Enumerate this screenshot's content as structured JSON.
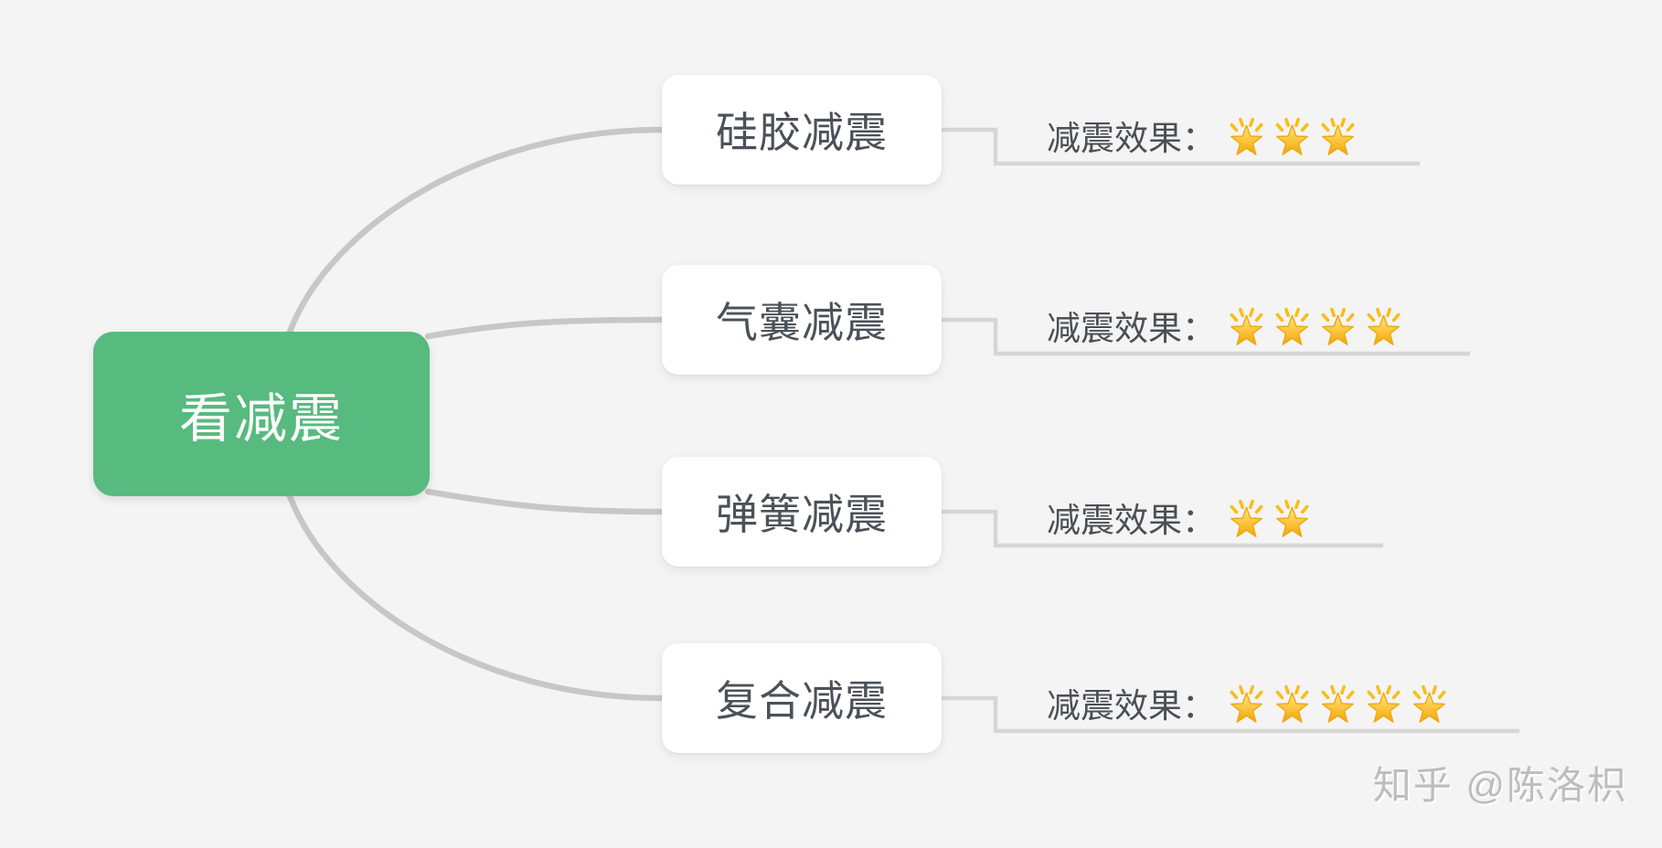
{
  "root": {
    "label": "看减震"
  },
  "branches": [
    {
      "label": "硅胶减震",
      "leaf": {
        "label": "减震效果：",
        "stars": 3
      }
    },
    {
      "label": "气囊减震",
      "leaf": {
        "label": "减震效果：",
        "stars": 4
      }
    },
    {
      "label": "弹簧减震",
      "leaf": {
        "label": "减震效果：",
        "stars": 2
      }
    },
    {
      "label": "复合减震",
      "leaf": {
        "label": "减震效果：",
        "stars": 5
      }
    }
  ],
  "watermark": {
    "text": "知乎 @陈洛枳"
  },
  "icons": {
    "star": "glowing-star"
  },
  "colors": {
    "background": "#f4f4f5",
    "root_bg": "#57ba7e",
    "root_text": "#ffffff",
    "node_bg": "#ffffff",
    "node_text": "#4b5158",
    "curve": "#c7c7c7",
    "elbow_line": "#d6d6d6",
    "star_gold": "#f7b500",
    "watermark_text": "#bdbdbd"
  }
}
